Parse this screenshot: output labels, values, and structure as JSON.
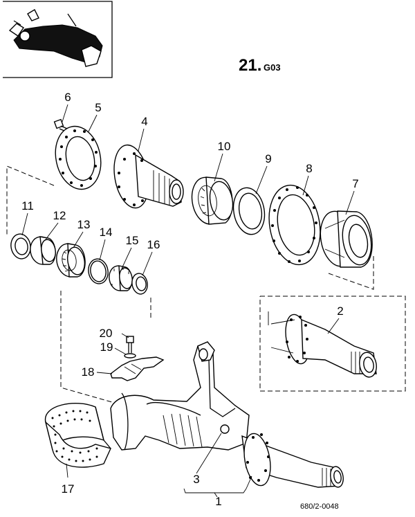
{
  "diagram": {
    "page_title": "21.",
    "page_code": "G03",
    "doc_reference": "680/2-0048",
    "callouts": [
      "1",
      "2",
      "3",
      "4",
      "5",
      "6",
      "7",
      "8",
      "9",
      "10",
      "11",
      "12",
      "13",
      "14",
      "15",
      "16",
      "17",
      "18",
      "19",
      "20"
    ]
  }
}
